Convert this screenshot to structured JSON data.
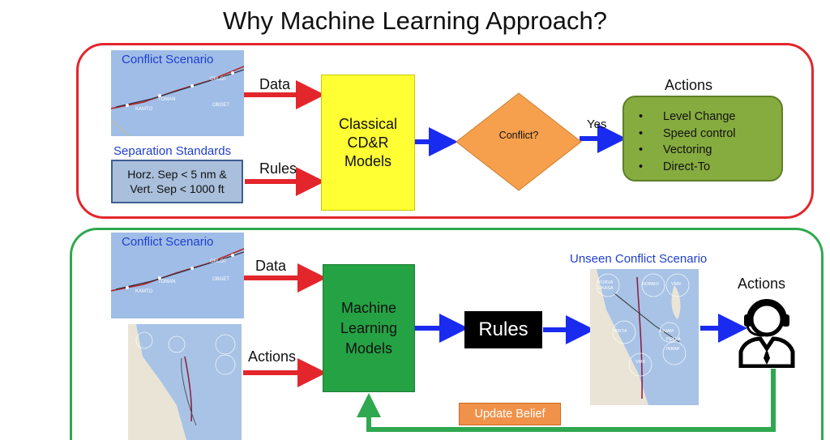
{
  "title": "Why Machine Learning Approach?",
  "top": {
    "conflict_scenario_caption": "Conflict Scenario",
    "data_label": "Data",
    "separation_caption": "Separation Standards",
    "separation_lines": [
      "Horz. Sep < 5 nm &",
      "Vert.  Sep < 1000 ft"
    ],
    "rules_label": "Rules",
    "classical_lines": [
      "Classical",
      "CD&R",
      "Models"
    ],
    "diamond_label": "Conflict?",
    "yes_label": "Yes",
    "actions_title": "Actions",
    "actions_items": [
      "Level Change",
      "Speed control",
      "Vectoring",
      "Direct-To"
    ],
    "map_waypoints": [
      "ORLOT",
      "OBGET",
      "TOMAN",
      "KAMTO"
    ]
  },
  "bottom": {
    "conflict_scenario_caption": "Conflict Scenario",
    "data_label": "Data",
    "actions_label": "Actions",
    "ml_lines": [
      "Machine",
      "Learning",
      "Models"
    ],
    "rules_label": "Rules",
    "unseen_caption": "Unseen Conflict Scenario",
    "actions_title": "Actions",
    "update_belief_label": "Update Belief",
    "map_waypoints": [
      "ORLOT",
      "OBGET",
      "TOMAN",
      "KAMTO"
    ],
    "unseen_map_waypoints": [
      "PURVA",
      "UKASA",
      "ROBMO",
      "VMR",
      "BIKTA",
      "NIVAM",
      "PEKLA",
      "INBAP",
      "VMR"
    ]
  },
  "colors": {
    "red_arrow": "#e3262b",
    "blue_arrow": "#1a2bf0",
    "green_loop": "#2fa84f",
    "yellow_box": "#ffff33",
    "green_box": "#25a244",
    "diamond": "#f6a04d",
    "actions_box": "#86ac3f"
  }
}
